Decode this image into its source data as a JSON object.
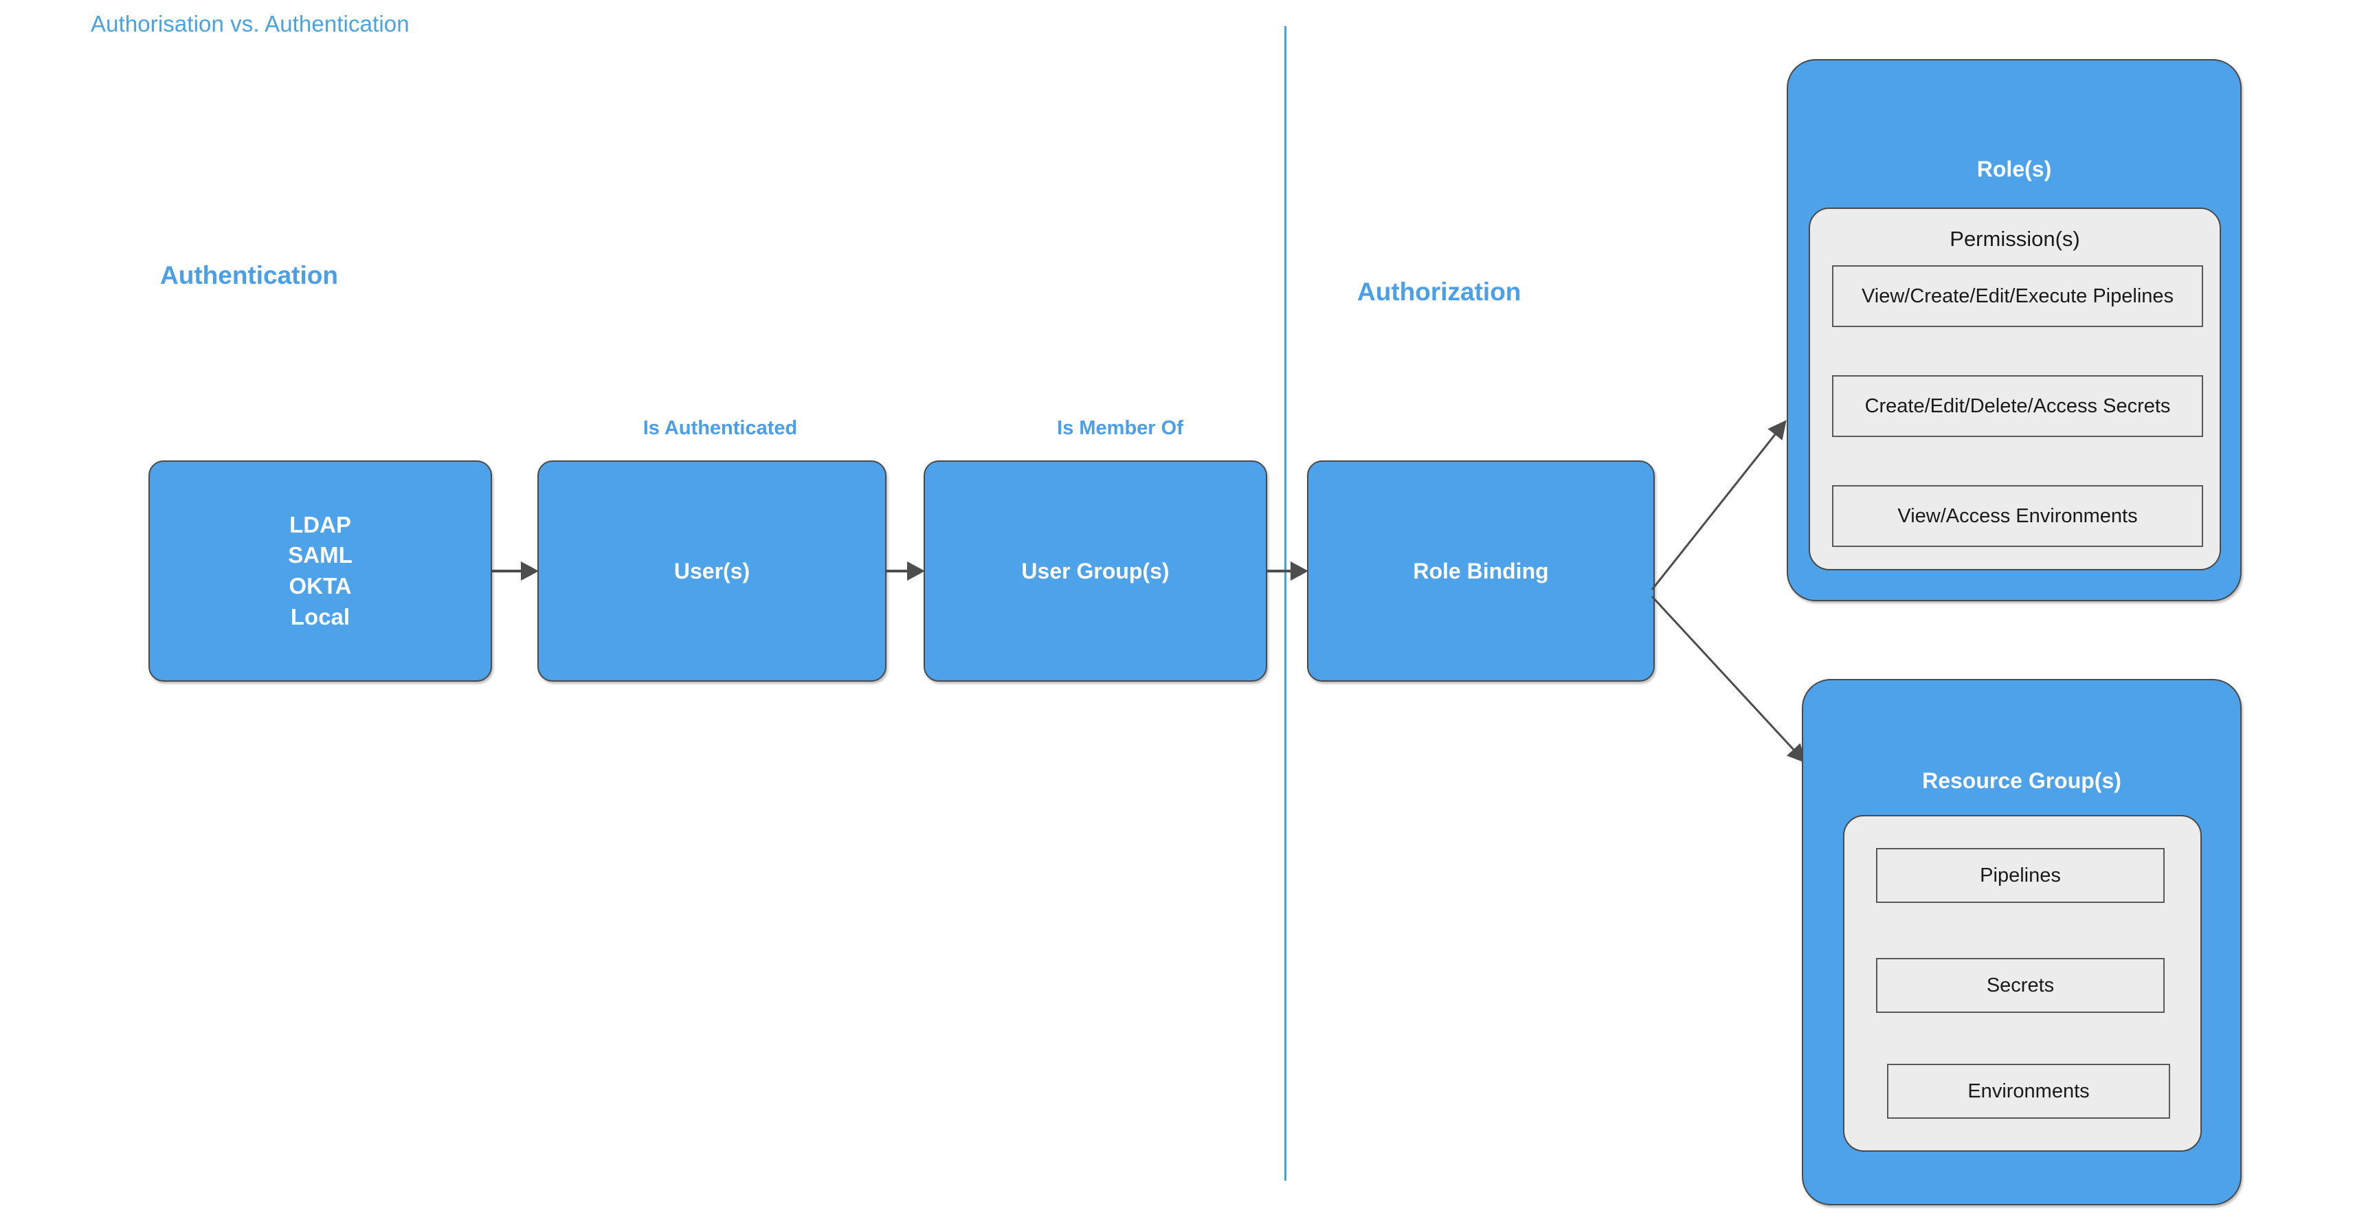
{
  "title": "Authorisation vs. Authentication",
  "sections": {
    "authentication_heading": "Authentication",
    "authorization_heading": "Authorization"
  },
  "divider": {
    "color": "#3aa5e0"
  },
  "colors": {
    "accent_blue": "#4da2ea",
    "heading_blue": "#4a9fe8",
    "title_blue": "#4aa3df",
    "panel_gray": "#ececec",
    "stroke_dark": "#4a4a4a",
    "arrow_gray": "#4d4d4d"
  },
  "flow": {
    "idp": {
      "lines": [
        "LDAP",
        "SAML",
        "OKTA",
        "Local"
      ]
    },
    "users": {
      "label": "User(s)"
    },
    "user_groups": {
      "label": "User Group(s)"
    },
    "role_binding": {
      "label": "Role Binding"
    },
    "edge_labels": {
      "is_authenticated": "Is Authenticated",
      "is_member_of": "Is Member Of"
    }
  },
  "roles_panel": {
    "title": "Role(s)",
    "inner_title": "Permission(s)",
    "permissions": [
      "View/Create/Edit/Execute Pipelines",
      "Create/Edit/Delete/Access Secrets",
      "View/Access Environments"
    ]
  },
  "resource_groups_panel": {
    "title": "Resource Group(s)",
    "resources": [
      "Pipelines",
      "Secrets",
      "Environments"
    ]
  }
}
